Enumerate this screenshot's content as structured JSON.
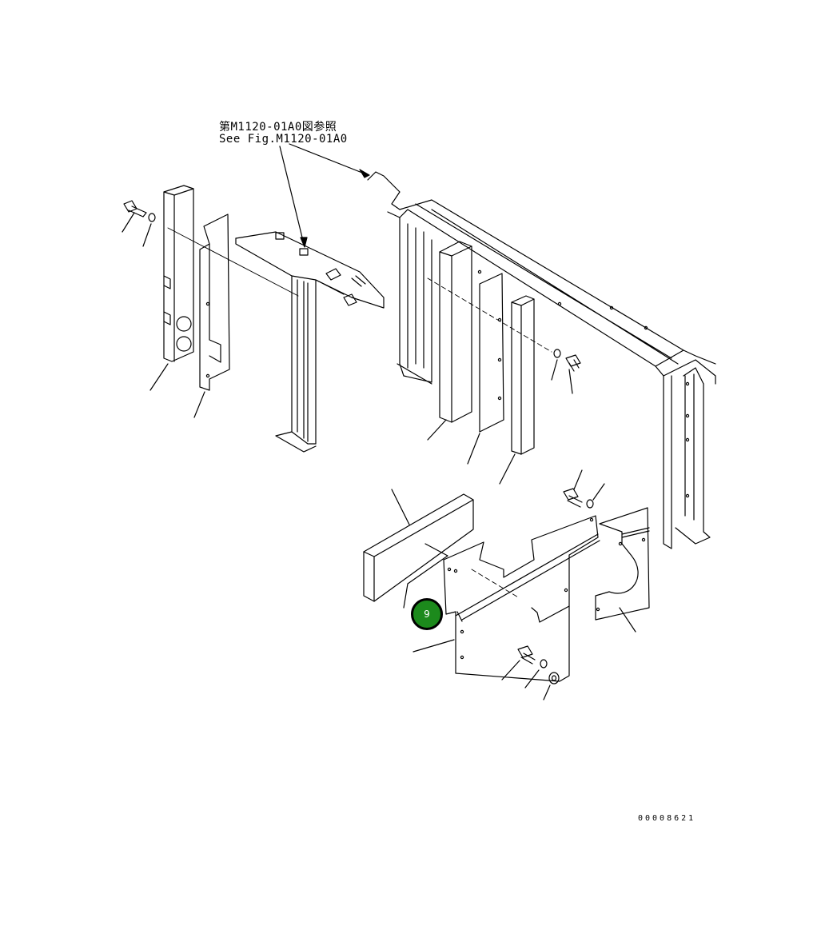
{
  "reference": {
    "japanese": "第M1120-01A0図参照",
    "english": "See Fig.M1120-01A0"
  },
  "callout": {
    "number": "9",
    "color": "#1c8a1c"
  },
  "drawing_number": "00008621"
}
